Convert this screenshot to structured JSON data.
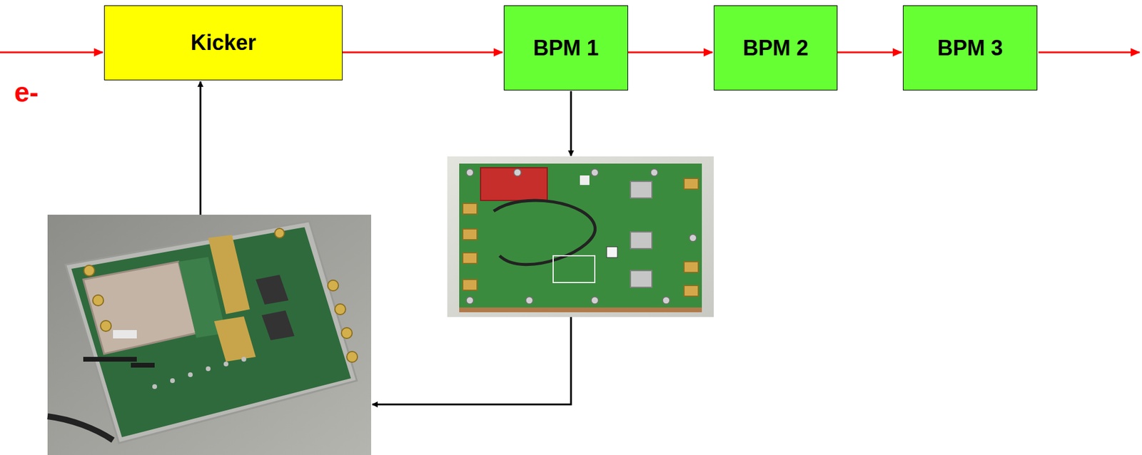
{
  "diagram": {
    "nodes": [
      {
        "text": [
          "Kicker"
        ]
      },
      {
        "text": [
          "BPM 1"
        ]
      },
      {
        "text": [
          "BPM 2"
        ]
      },
      {
        "text": [
          "BPM 3"
        ]
      }
    ],
    "edges": [
      {
        "from": 0,
        "to": 1,
        "arrow": "to"
      },
      {
        "from": 1,
        "to": 2,
        "arrow": "to"
      },
      {
        "from": 2,
        "to": 3,
        "arrow": "to"
      }
    ],
    "labels": [
      "e-"
    ]
  }
}
